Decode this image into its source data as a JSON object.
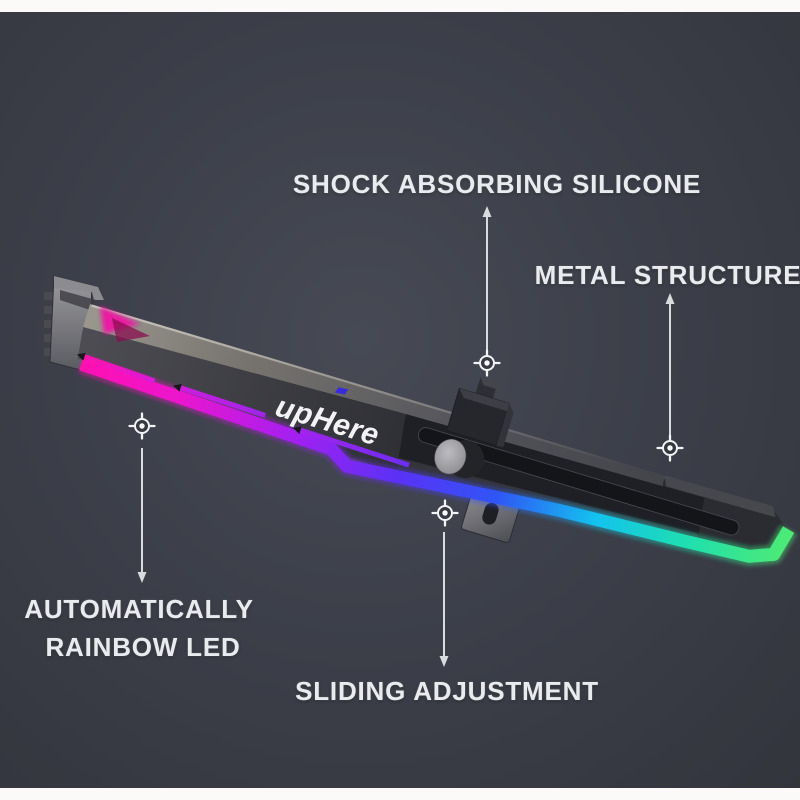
{
  "image": {
    "type": "product-callout-diagram",
    "background_color": "#3a3d47",
    "letterbox_color": "#fbfaf8"
  },
  "product": {
    "brand_logo": "upHere",
    "description": "GPU support bracket with rainbow LED",
    "colors": {
      "metal_dark": "#2b2c32",
      "metal_light": "#98948d",
      "led_magenta": "#ff10b2",
      "led_purple": "#a81ff0",
      "led_blue": "#2f55f6",
      "led_cyan": "#13c3ee",
      "led_green": "#4cea77"
    }
  },
  "icons": {
    "callout_target": "target-reticle-icon"
  },
  "callouts": [
    {
      "id": "shock-absorbing-silicone",
      "label": "SHOCK ABSORBING SILICONE"
    },
    {
      "id": "metal-structure",
      "label": "METAL STRUCTURE"
    },
    {
      "id": "automatically-rainbow-led",
      "label": "AUTOMATICALLY",
      "label2": "RAINBOW LED"
    },
    {
      "id": "sliding-adjustment",
      "label": "SLIDING ADJUSTMENT"
    }
  ],
  "ui": {
    "label_color": "#e9ebee",
    "line_color": "#d9dbde"
  }
}
